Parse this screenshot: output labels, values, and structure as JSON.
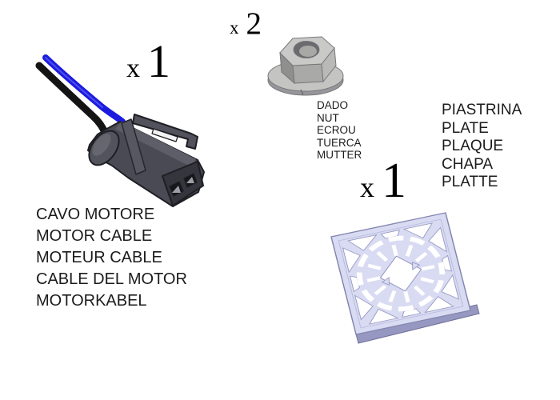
{
  "document": {
    "type": "parts-kit-diagram",
    "background": "#ffffff"
  },
  "parts": [
    {
      "name": "motor-cable",
      "illustration": "motor-cable-3d-icon",
      "quantity_prefix": "x",
      "quantity": "1",
      "labels": [
        "CAVO MOTORE",
        "MOTOR CABLE",
        "MOTEUR CABLE",
        "CABLE DEL MOTOR",
        "MOTORKABEL"
      ]
    },
    {
      "name": "nut",
      "illustration": "flange-nut-3d-icon",
      "quantity_prefix": "x",
      "quantity": "2",
      "labels": [
        "DADO",
        "NUT",
        "ECROU",
        "TUERCA",
        "MUTTER"
      ]
    },
    {
      "name": "plate",
      "illustration": "lattice-plate-3d-icon",
      "quantity_prefix": "x",
      "quantity": "1",
      "labels": [
        "PIASTRINA",
        "PLATE",
        "PLAQUE",
        "CHAPA",
        "PLATTE"
      ]
    }
  ],
  "colors": {
    "text": "#1c1c1c",
    "wire_blue": "#1c1cdf",
    "wire_black": "#141414",
    "connector_gray": "#4a4a54",
    "connector_dark": "#2e2e36",
    "nut_gray": "#c0c0be",
    "plate_lavender": "#d9dbf3",
    "plate_edge": "#9698c2"
  }
}
